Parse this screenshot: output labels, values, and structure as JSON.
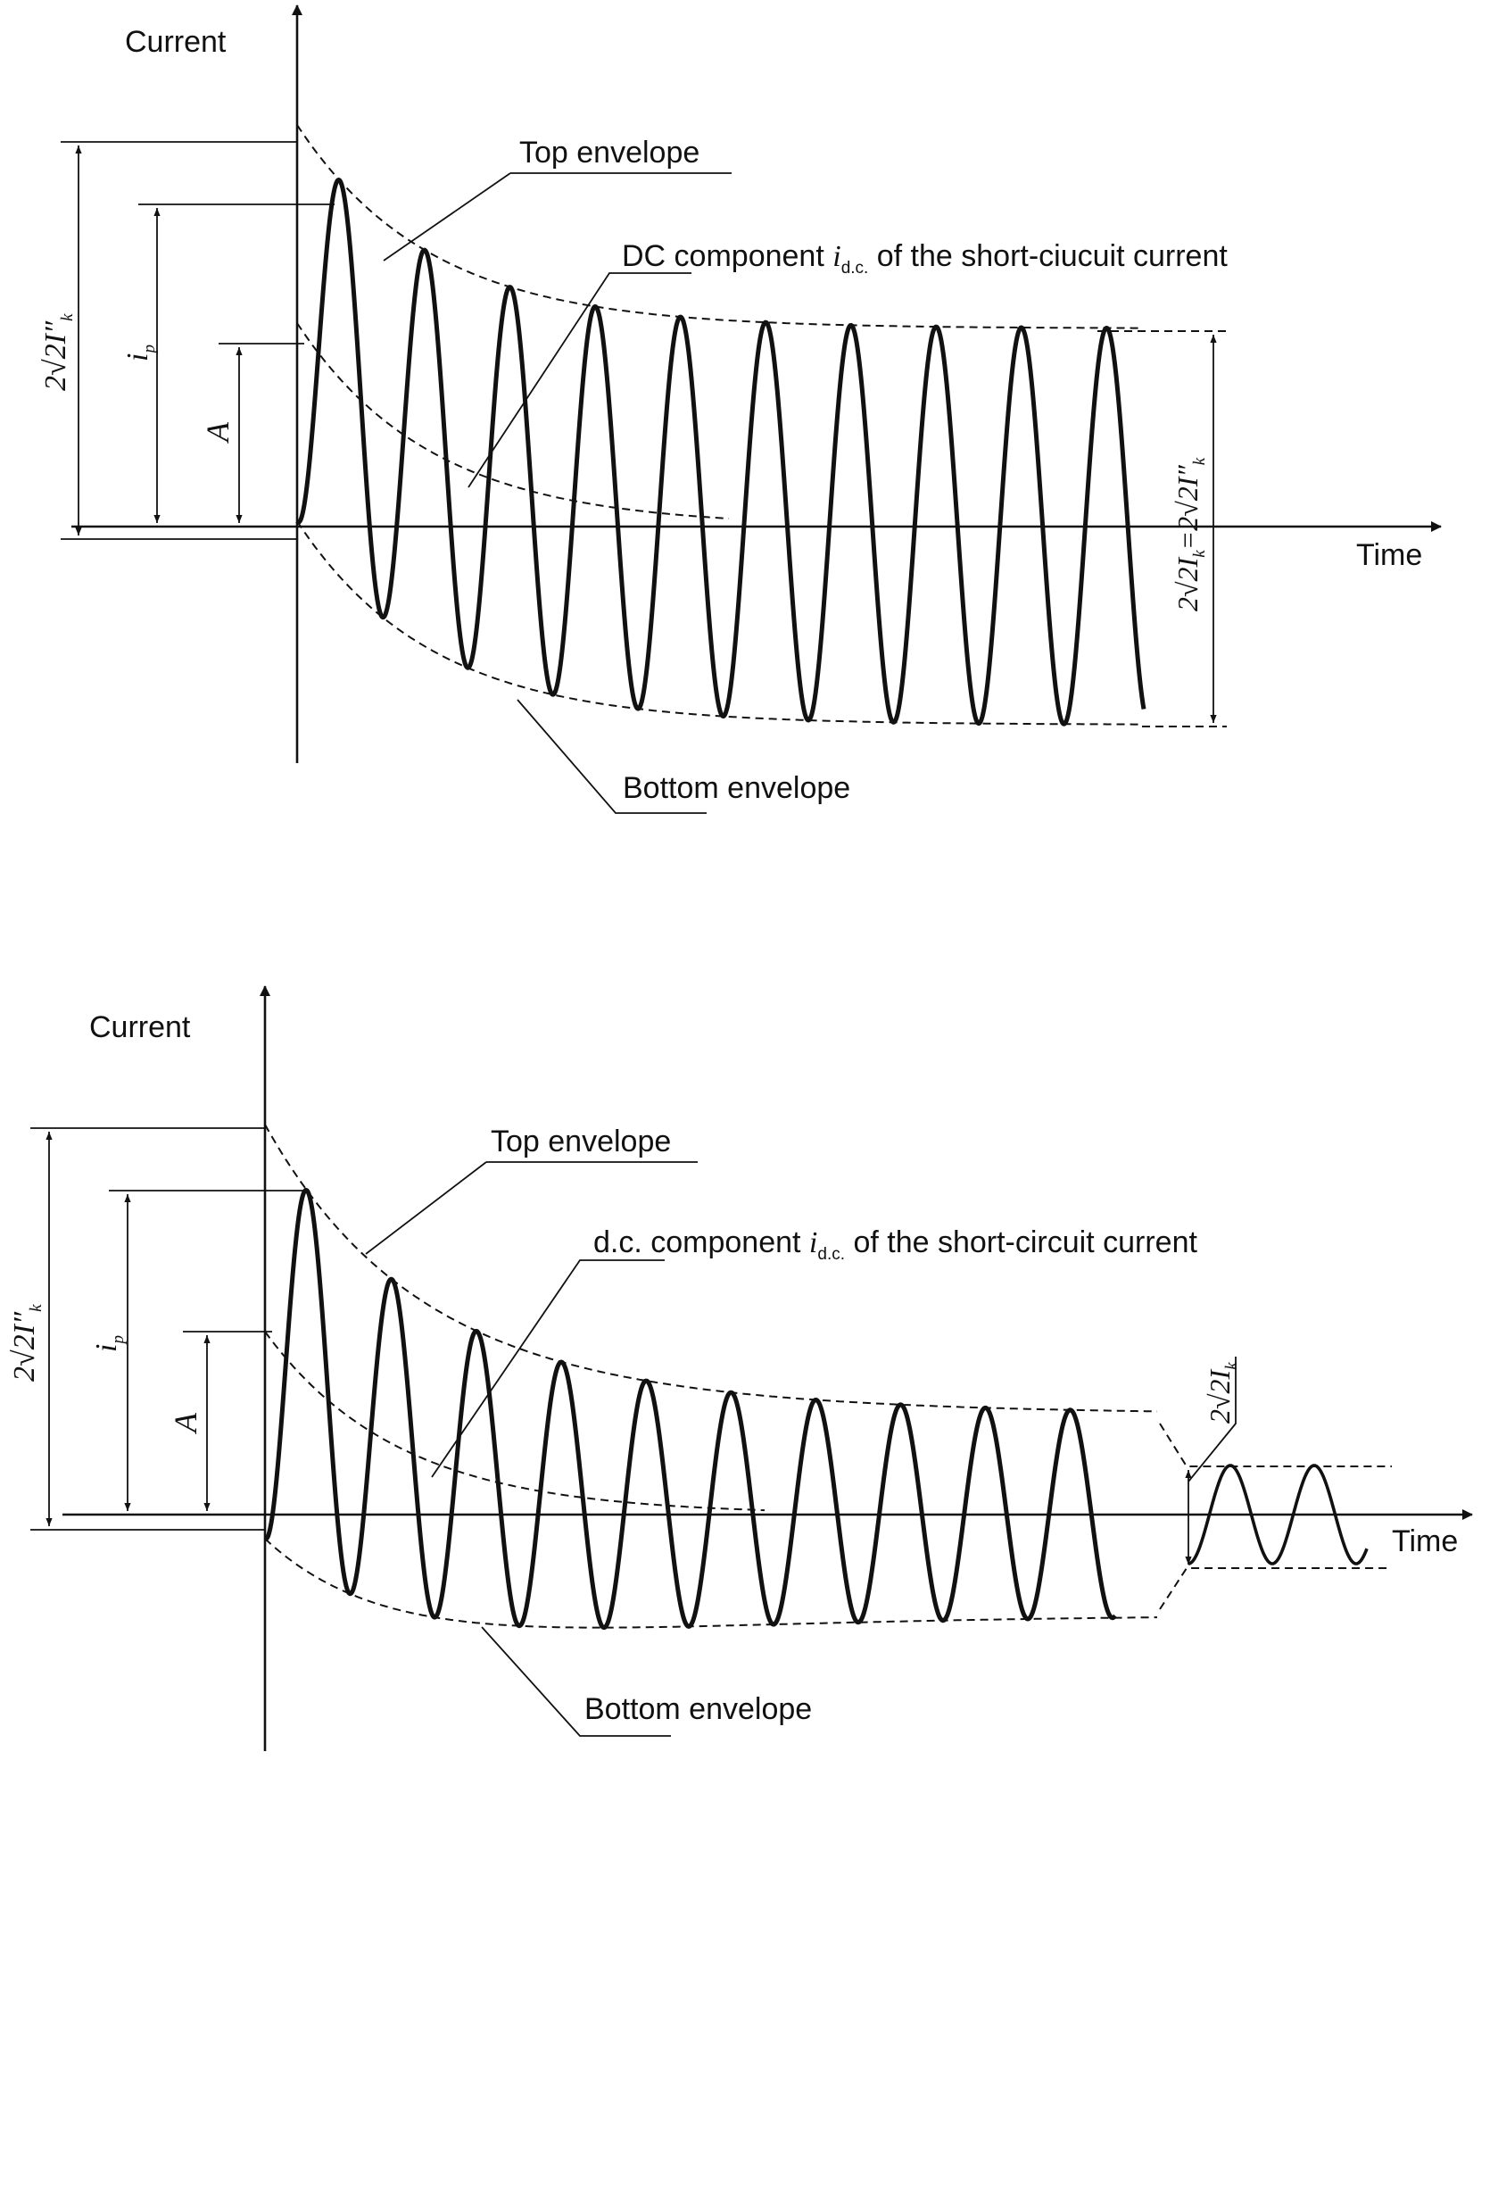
{
  "colors": {
    "ink": "#111111",
    "background": "#ffffff"
  },
  "diagram_top": {
    "y_axis_label": "Current",
    "x_axis_label": "Time",
    "top_envelope_label": "Top envelope",
    "bottom_envelope_label": "Bottom envelope",
    "dc_label_pre": "DC component ",
    "dc_symbol": "i",
    "dc_symbol_sub": "d.c.",
    "dc_label_post": " of the short-ciucuit current",
    "dim_peak_symbol": "i",
    "dim_peak_sub": "p",
    "dim_dc_initial": "A",
    "dim_envelope_initial": "2√2I″",
    "dim_envelope_initial_sub": "k",
    "dim_steady_state": "2√2I",
    "dim_steady_state_sub": "k",
    "dim_steady_state_eq": "=2√2I″",
    "dim_steady_state_eq_sub": "k"
  },
  "diagram_bottom": {
    "y_axis_label": "Current",
    "x_axis_label": "Time",
    "top_envelope_label": "Top envelope",
    "bottom_envelope_label": "Bottom envelope",
    "dc_label_pre": "d.c. component ",
    "dc_symbol": "i",
    "dc_symbol_sub": "d.c.",
    "dc_label_post": " of the short-circuit current",
    "dim_peak_symbol": "i",
    "dim_peak_sub": "p",
    "dim_dc_initial": "A",
    "dim_envelope_initial": "2√2I″",
    "dim_envelope_initial_sub": "k",
    "dim_steady_state": "2√2I",
    "dim_steady_state_sub": "k"
  }
}
